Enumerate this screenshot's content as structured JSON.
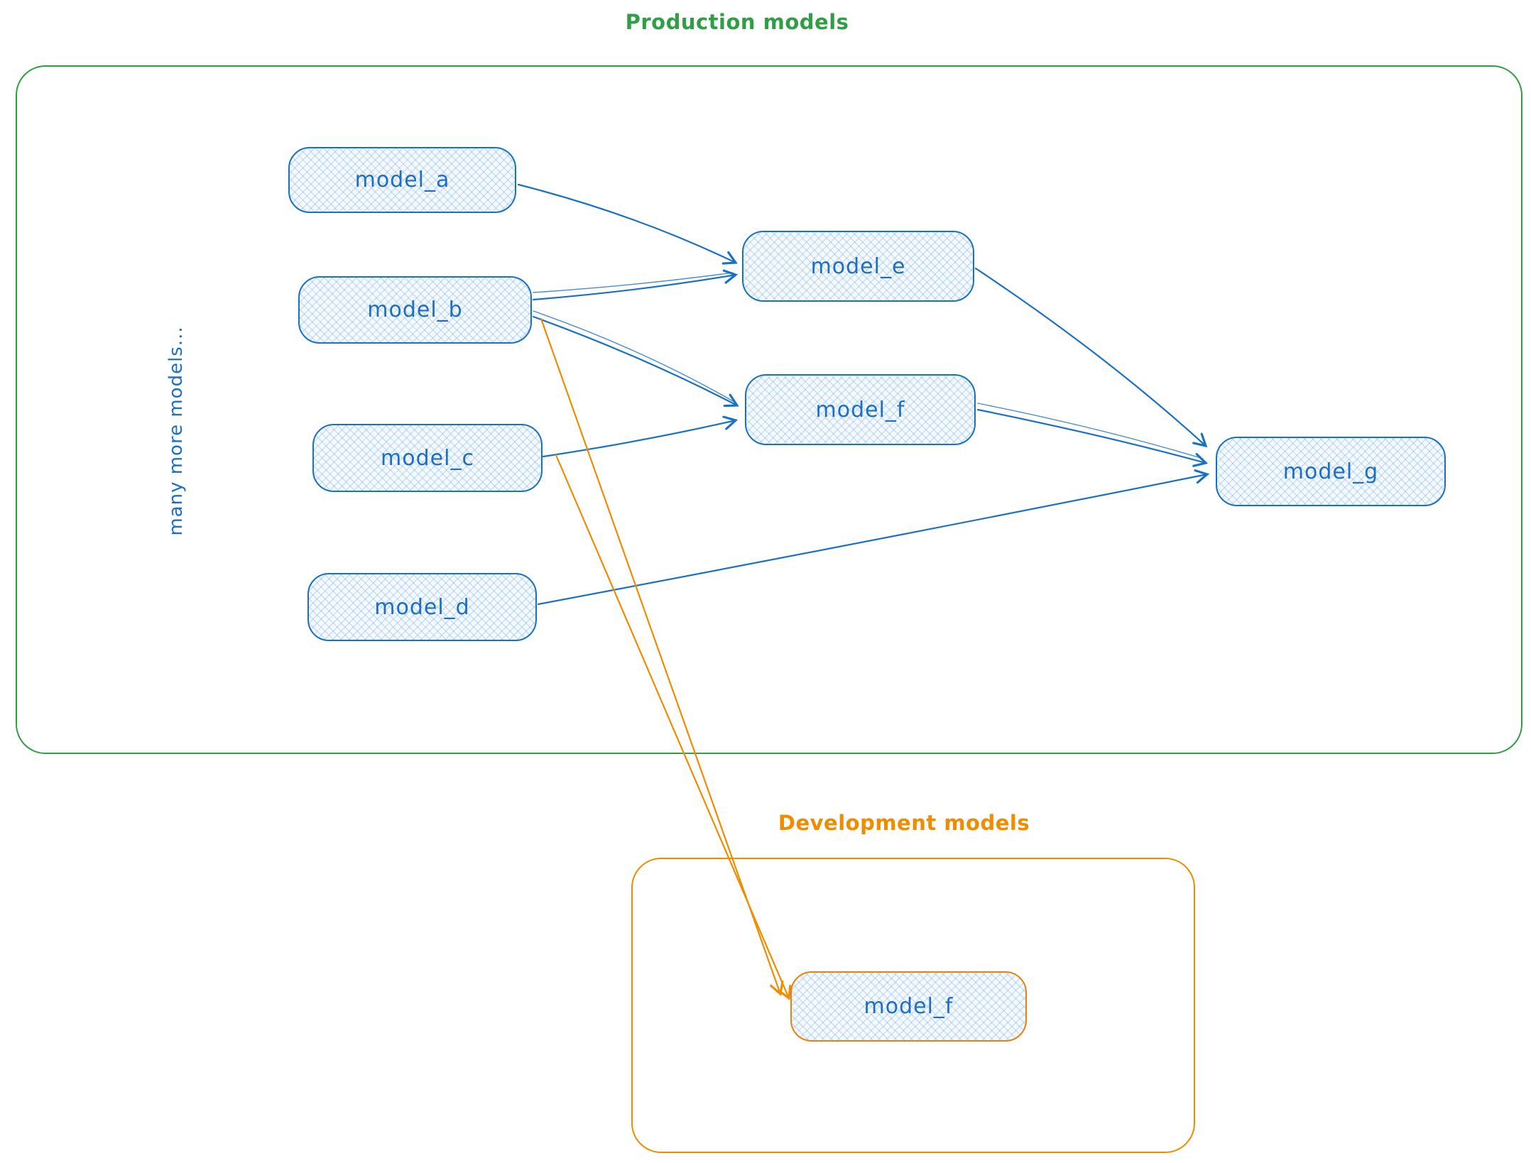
{
  "production": {
    "title": "Production models",
    "side_label": "many more models..."
  },
  "development": {
    "title": "Development models"
  },
  "nodes": {
    "model_a": {
      "label": "model_a"
    },
    "model_b": {
      "label": "model_b"
    },
    "model_c": {
      "label": "model_c"
    },
    "model_d": {
      "label": "model_d"
    },
    "model_e": {
      "label": "model_e"
    },
    "model_f": {
      "label": "model_f"
    },
    "model_g": {
      "label": "model_g"
    },
    "model_f_dev": {
      "label": "model_f"
    }
  },
  "edges": [
    {
      "from": "model_a",
      "to": "model_e",
      "color": "blue"
    },
    {
      "from": "model_b",
      "to": "model_e",
      "color": "blue"
    },
    {
      "from": "model_b",
      "to": "model_f",
      "color": "blue"
    },
    {
      "from": "model_c",
      "to": "model_f",
      "color": "blue"
    },
    {
      "from": "model_e",
      "to": "model_g",
      "color": "blue"
    },
    {
      "from": "model_f",
      "to": "model_g",
      "color": "blue"
    },
    {
      "from": "model_d",
      "to": "model_g",
      "color": "blue"
    },
    {
      "from": "model_b",
      "to": "model_f_dev",
      "color": "orange"
    },
    {
      "from": "model_c",
      "to": "model_f_dev",
      "color": "orange"
    }
  ],
  "colors": {
    "production_border": "#2f9e44",
    "development_border": "#f08c00",
    "node_border": "#1971c2",
    "node_fill": "#f3f9ff",
    "node_text": "#1c6fc4",
    "arrow_blue": "#1971c2",
    "arrow_orange": "#f08c00"
  }
}
